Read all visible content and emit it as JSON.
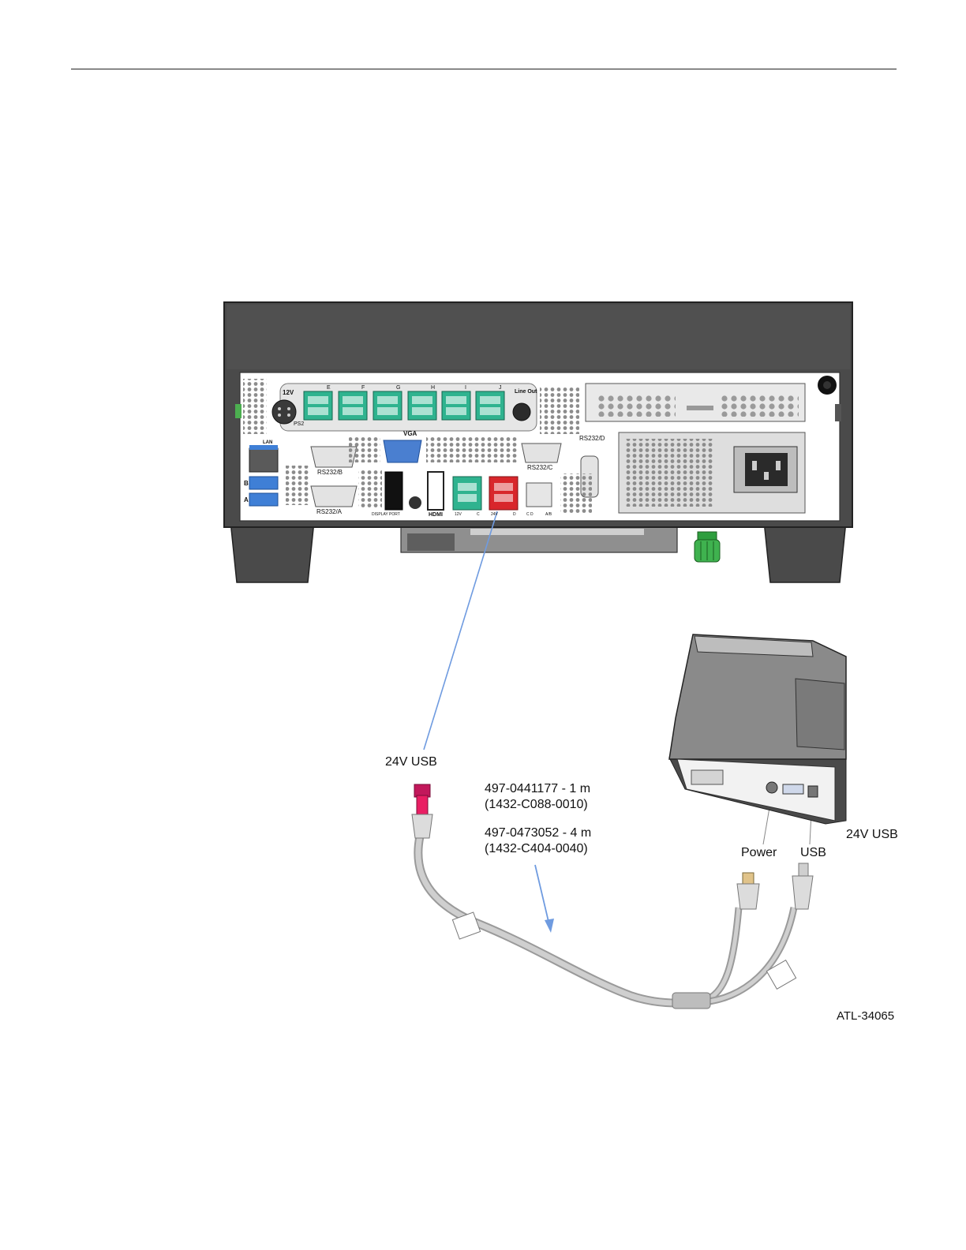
{
  "terminal": {
    "labels": {
      "port_12v": "12V",
      "ps2": "PS2",
      "port_e": "E",
      "port_f": "F",
      "port_g": "G",
      "port_h": "H",
      "port_i": "I",
      "port_j": "J",
      "line_out": "Line Out",
      "lan": "LAN",
      "usb_b": "B",
      "usb_a": "A",
      "vga": "VGA",
      "rs232b": "RS232/B",
      "rs232a": "RS232/A",
      "rs232c": "RS232/C",
      "rs232d": "RS232/D",
      "display_port": "DISPLAY PORT",
      "hdmi": "HDMI",
      "p12v": "12V",
      "p_c": "C",
      "p_24v": "24V",
      "p_d": "D",
      "p_cd": "C D",
      "p_ab": "A/B"
    }
  },
  "callouts": {
    "cable_end": "24V USB",
    "part1_number": "497-0441177 - 1 m",
    "part1_code": "(1432-C088-0010)",
    "part2_number": "497-0473052 - 4 m",
    "part2_code": "(1432-C404-0040)",
    "printer_24v": "24V USB",
    "printer_power": "Power",
    "printer_usb": "USB"
  },
  "figure_id": "ATL-34065",
  "colors": {
    "case_dark": "#4a4a4a",
    "port_green": "#2fb38f",
    "port_red": "#d8262b",
    "usb_blue": "#3f7fd6",
    "vga_blue": "#4a7fd0",
    "leader_blue": "#6f9be0",
    "connector_magenta": "#c2185b",
    "cable_gray": "#b9b9b9"
  }
}
